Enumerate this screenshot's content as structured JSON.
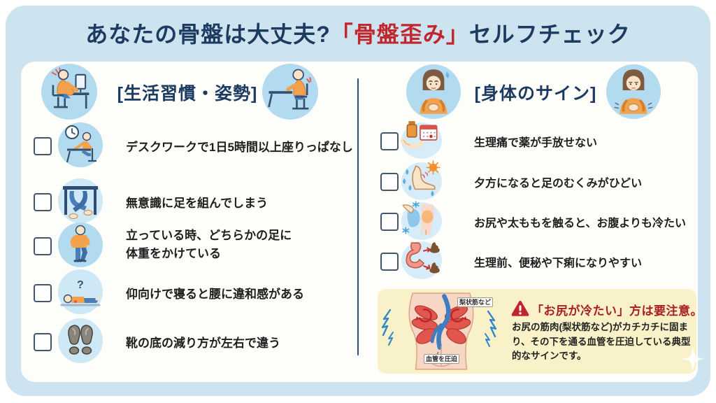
{
  "title": {
    "prefix": "あなたの骨盤は大丈夫?",
    "highlight": "「骨盤歪み」",
    "suffix": "セルフチェック"
  },
  "left_section": {
    "header": "[生活習慣・姿勢]",
    "header_icons": {
      "left": "desk-worker-icon",
      "right": "slouched-sitting-icon"
    },
    "items": [
      {
        "checked": false,
        "icon": "clock-desk-icon",
        "label": "デスクワークで1日5時間以上座りっぱなし"
      },
      {
        "checked": false,
        "icon": "crossed-legs-icon",
        "label": "無意識に足を組んでしまう"
      },
      {
        "checked": false,
        "icon": "standing-person-icon",
        "label": "立っている時、どちらかの足に\n体重をかけている"
      },
      {
        "checked": false,
        "icon": "lying-person-icon",
        "label": "仰向けで寝ると腰に違和感がある"
      },
      {
        "checked": false,
        "icon": "shoe-soles-icon",
        "label": "靴の底の減り方が左右で違う"
      }
    ]
  },
  "right_section": {
    "header": "[身体のサイン]",
    "header_icons": {
      "left": "worried-woman-icon",
      "right": "woman-holding-belly-icon"
    },
    "items": [
      {
        "checked": false,
        "icon": "medicine-calendar-icon",
        "label": "生理痛で薬が手放せない"
      },
      {
        "checked": false,
        "icon": "swollen-foot-icon",
        "label": "夕方になると足のむくみがひどい"
      },
      {
        "checked": false,
        "icon": "cold-buttocks-icon",
        "label": "お尻や太ももを触ると、お腹よりも冷たい"
      },
      {
        "checked": false,
        "icon": "stomach-bowel-icon",
        "label": "生理前、便秘や下痢になりやすい"
      }
    ]
  },
  "warning_box": {
    "icon": "warning-triangle-icon",
    "title": "「お尻が冷たい」方は要注意。",
    "body": "お尻の筋肉(梨状筋など)がカチカチに固まり、その下を通る血管を圧迫している典型的なサインです。",
    "illustration_labels": {
      "muscle": "梨状筋など",
      "vessel": "血管を圧迫"
    }
  },
  "colors": {
    "background": "#cde4f0",
    "card": "#fdfdfa",
    "navy_text": "#1d3b60",
    "red_accent": "#c0262c",
    "warning_bg": "#f9f1c8",
    "warning_red": "#a91e23",
    "icon_circle": "#b3dbf0"
  }
}
